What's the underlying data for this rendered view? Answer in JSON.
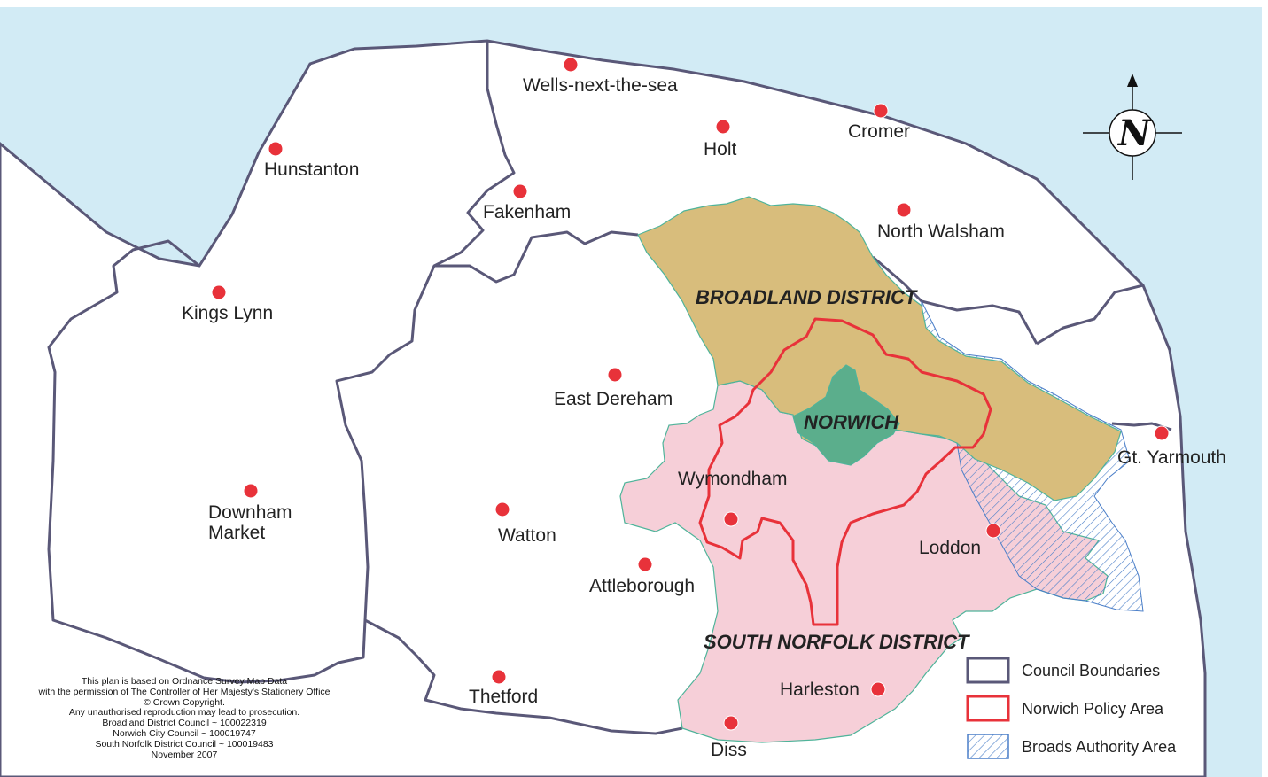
{
  "colors": {
    "sea": "#d2ebf5",
    "land": "#ffffff",
    "council_boundary": "#5a5878",
    "broadland": "#d8bd7c",
    "south_norfolk": "#f6cfd8",
    "norwich": "#5bae8c",
    "policy_area": "#e8323a",
    "broads_hatch": "#4a7ec8",
    "town_marker": "#e8323a"
  },
  "towns": [
    {
      "name": "Wells-next-the-sea"
    },
    {
      "name": "Holt"
    },
    {
      "name": "Cromer"
    },
    {
      "name": "Hunstanton"
    },
    {
      "name": "Fakenham"
    },
    {
      "name": "North Walsham"
    },
    {
      "name": "Kings Lynn"
    },
    {
      "name": "East Dereham"
    },
    {
      "name": "Wymondham"
    },
    {
      "name": "Gt. Yarmouth"
    },
    {
      "name": "Downham"
    },
    {
      "name": "Market"
    },
    {
      "name": "Watton"
    },
    {
      "name": "Attleborough"
    },
    {
      "name": "Loddon"
    },
    {
      "name": "Harleston"
    },
    {
      "name": "Thetford"
    },
    {
      "name": "Diss"
    }
  ],
  "districts": {
    "broadland": "BROADLAND DISTRICT",
    "norwich": "NORWICH",
    "south_norfolk": "SOUTH NORFOLK DISTRICT"
  },
  "legend": {
    "council_boundaries": "Council Boundaries",
    "policy_area": "Norwich Policy Area",
    "broads": "Broads Authority Area"
  },
  "compass": {
    "label": "N",
    "icon": "north-arrow-icon"
  },
  "credit": [
    "This plan is based on Ordnance Survey Map Data",
    "with the permission of  The Controller of Her Majesty's Stationery Office",
    "© Crown Copyright.",
    "Any unauthorised reproduction may lead to prosecution.",
    "Broadland District Council ~ 100022319",
    "Norwich City Council ~ 100019747",
    "South Norfolk District Council ~ 100019483",
    "November 2007"
  ]
}
